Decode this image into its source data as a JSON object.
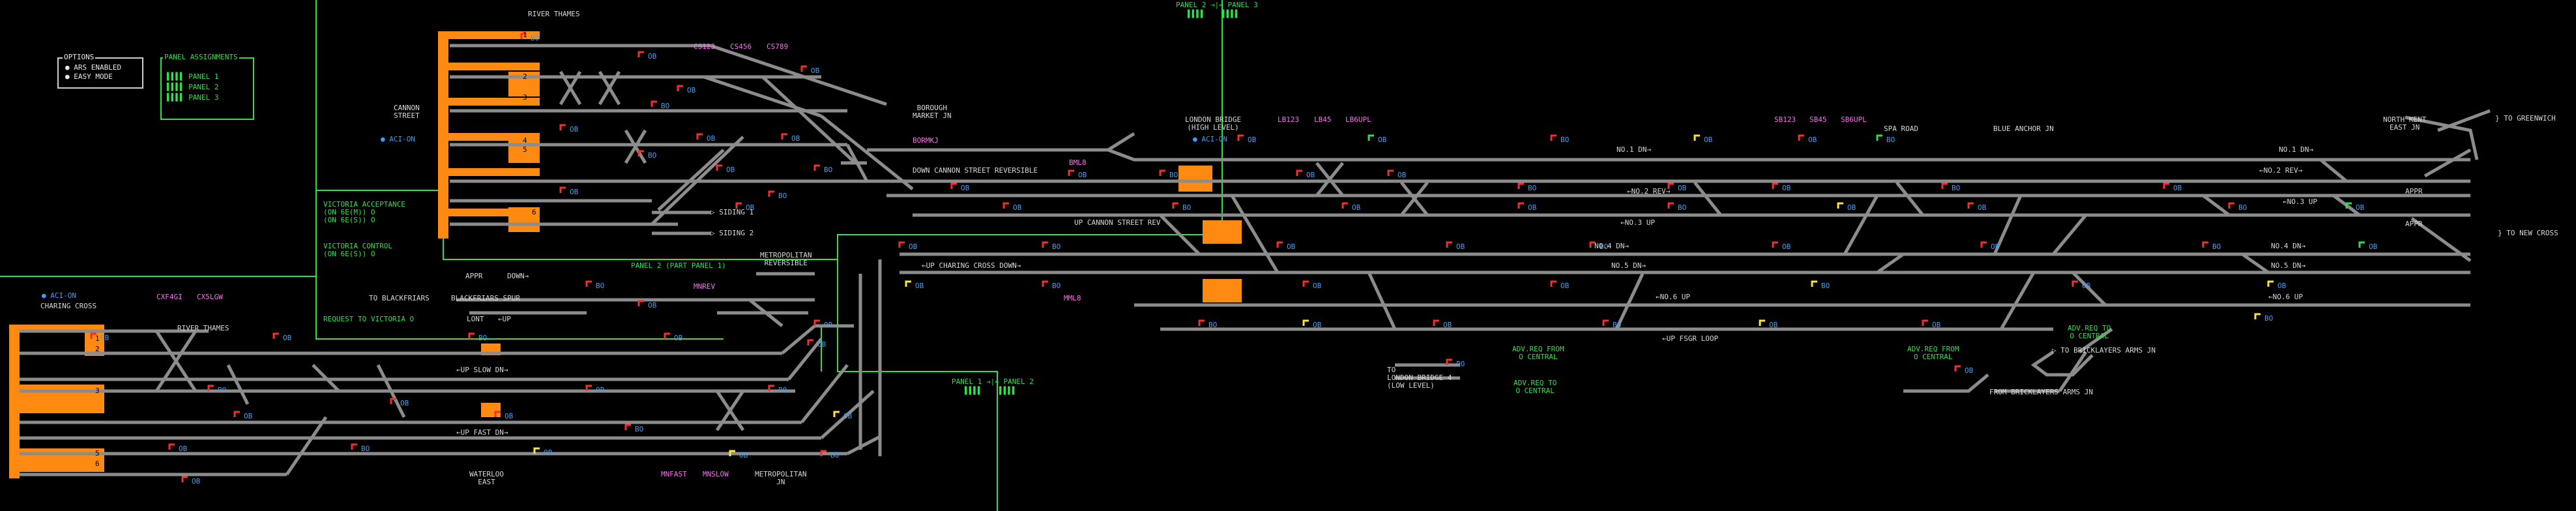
{
  "colors": {
    "track": "#8c8c8c",
    "platform": "#ff8a12",
    "signal_red": "#ff2a2a",
    "signal_green": "#2ee04a",
    "signal_yellow": "#ffe23a",
    "berth_text": "#3aa0ff",
    "label_text": "#d8d8d8",
    "magenta_text": "#ff6cf0",
    "panel_green": "#2ee04a",
    "background": "#000000"
  },
  "options": {
    "title": "OPTIONS",
    "ars": "ARS ENABLED",
    "easy": "EASY MODE"
  },
  "assignments": {
    "title": "PANEL ASSIGNMENTS",
    "panels": [
      "PANEL 1",
      "PANEL 2",
      "PANEL 3"
    ]
  },
  "locations": {
    "river_thames_top": "RIVER THAMES",
    "river_thames_bottom": "RIVER THAMES",
    "cannon_street": "CANNON\nSTREET",
    "charing_cross": "CHARING CROSS",
    "borough_market": "BOROUGH\nMARKET JN",
    "london_bridge": "LONDON BRIDGE\n(HIGH LEVEL)",
    "spa_road": "SPA ROAD",
    "blue_anchor": "BLUE ANCHOR JN",
    "north_kent": "NORTH KENT\nEAST JN",
    "to_greenwich": "TO GREENWICH",
    "to_new_cross": "TO NEW CROSS",
    "waterloo_east": "WATERLOO\nEAST",
    "metropolitan_jn": "METROPOLITAN\nJN",
    "metropolitan_reversible": "METROPOLITAN\nREVERSIBLE",
    "to_blackfriars": "TO BLACKFRIARS",
    "blackfriars_spur": "BLACKFRIARS SPUR",
    "lbr_low": "TO\nLONDON BRIDGE 4\n(LOW LEVEL)",
    "from_bricklayers": "FROM BRICKLAYERS ARMS JN",
    "to_bricklayers": "TO BRICKLAYERS ARMS JN"
  },
  "aci": {
    "cannon": "ACI-ON",
    "london_bridge": "ACI-ON",
    "charing": "ACI-ON"
  },
  "green_labels": {
    "victoria_acceptance": "VICTORIA ACCEPTANCE\n(ON 6E(M)) O\n(ON 6E(S)) O",
    "victoria_control": "VICTORIA CONTROL\n(ON 6E(S)) O",
    "request_victoria": "REQUEST TO VICTORIA O",
    "panel2_start": "PANEL 2 (PART PANEL 1)",
    "panel_top": "PANEL 2 →|← PANEL 3",
    "panel_bottom": "PANEL 1 →|← PANEL 2",
    "adv_req_from_1": "ADV.REQ FROM\nO CENTRAL",
    "adv_req_to_1": "ADV.REQ TO\nO CENTRAL",
    "adv_req_from_2": "ADV.REQ FROM\nO CENTRAL",
    "adv_req_to_2": "ADV.REQ TO\nO CENTRAL"
  },
  "lines": {
    "down_cannon_rev": "DOWN CANNON STREET REVERSIBLE",
    "up_cannon_rev": "UP CANNON STREET REV",
    "up_charing_down": "←UP CHARING CROSS DOWN→",
    "no1_dn": "NO.1 DN→",
    "no2_rev": "←NO.2 REV→",
    "no3_up": "←NO.3 UP",
    "no4_dn": "NO.4 DN→",
    "no5_dn": "NO.5 DN→",
    "no6_up": "←NO.6 UP",
    "up_fsgr_loop": "←UP FSGR LOOP",
    "up_slow_dn": "←UP SLOW DN→",
    "up_fast_dn": "←UP FAST DN→",
    "siding1": "SIDING 1",
    "siding2": "SIDING 2",
    "appr": "APPR",
    "down": "DOWN→",
    "lont": "LONT",
    "up": "←UP"
  },
  "train_ids": [
    "CS123",
    "CS456",
    "CS789",
    "BORMKJ",
    "BML8",
    "LB123",
    "LB45",
    "LB6UPL",
    "SB123",
    "SB45",
    "SB6UPL",
    "CXF4GI",
    "CX5LGW",
    "MNREV",
    "MML8",
    "MNFAST",
    "MNSLOW"
  ],
  "berths": {
    "code": "OB",
    "codes2": "BO"
  }
}
